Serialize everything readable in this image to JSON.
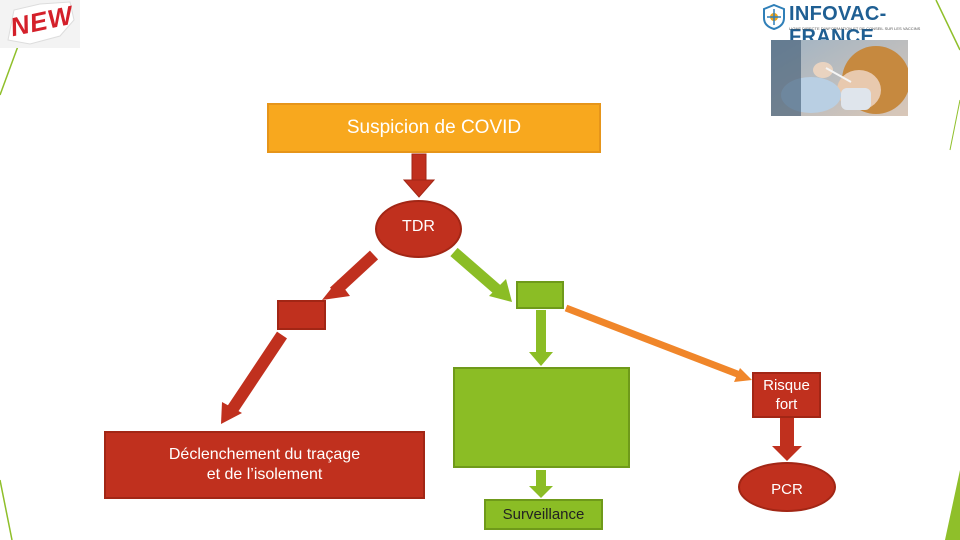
{
  "badge": {
    "text": "NEW"
  },
  "logo": {
    "name": "INFOVAC-FRANCE",
    "tagline": "LIGNE DIRECTE D'INFORMATION ET DE CONSEIL SUR LES VACCINS"
  },
  "photo": {
    "icon": "nasal-swab-photo"
  },
  "diagram": {
    "suspicion": "Suspicion de COVID",
    "tdr": "TDR",
    "tracing": [
      "Déclenchement du traçage",
      "et de l’isolement"
    ],
    "risk": [
      "Risque",
      "fort"
    ],
    "pcr": "PCR",
    "surveillance": "Surveillance"
  },
  "colors": {
    "orange": "#f8a81e",
    "red": "#c0301e",
    "green": "#8bbd25",
    "accent_line": "#8fbf2a"
  }
}
